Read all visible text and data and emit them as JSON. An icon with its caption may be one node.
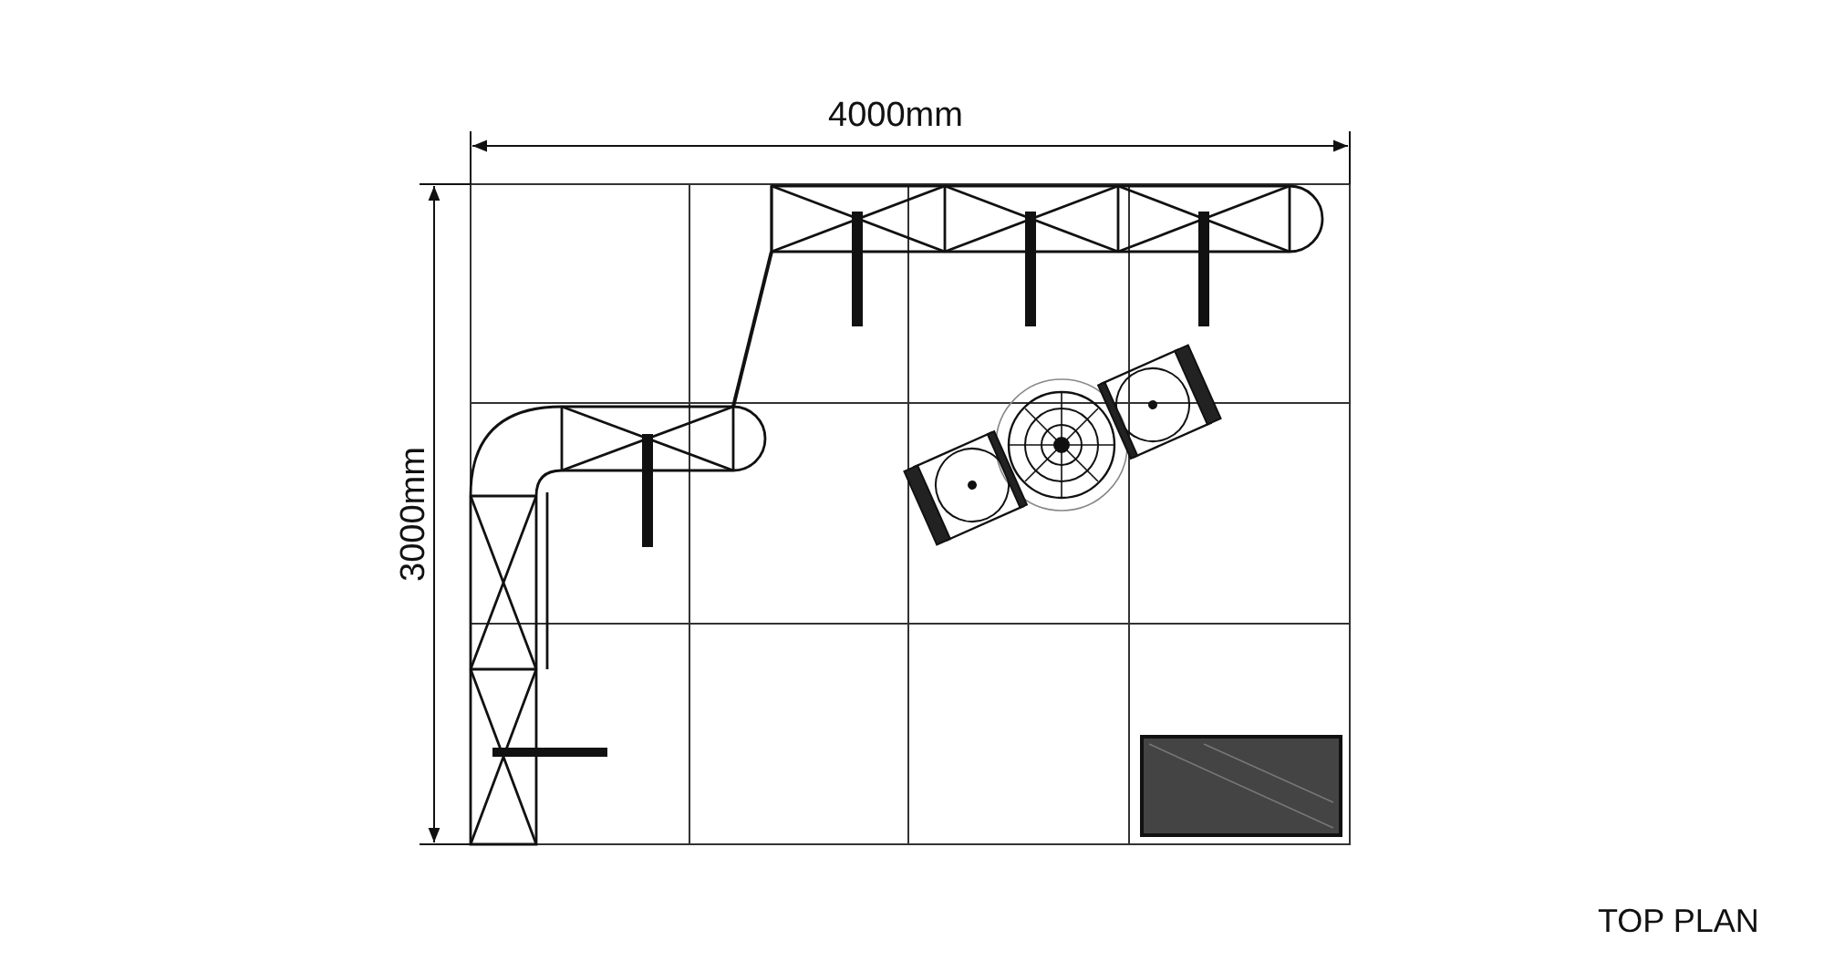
{
  "diagram": {
    "caption": "TOP PLAN",
    "labels": [
      "4000mm",
      "3000mm"
    ]
  }
}
